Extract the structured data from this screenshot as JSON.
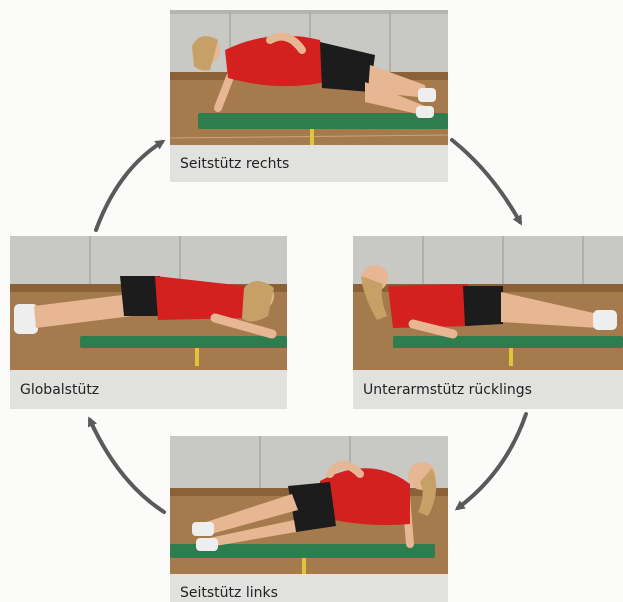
{
  "exercises": [
    {
      "label": "Seitstütz rechts"
    },
    {
      "label": "Unterarmstütz rücklings"
    },
    {
      "label": "Seitstütz links"
    },
    {
      "label": "Globalstütz"
    }
  ],
  "colors": {
    "shirt": "#d4201e",
    "shorts": "#1c1c1c",
    "skin": "#e7b692",
    "mat": "#2e7d4e",
    "floor": "#a57a4c",
    "wall": "#c9c9c5",
    "caption_bg": "#e1e1df",
    "arrow": "#5a5a5a"
  }
}
